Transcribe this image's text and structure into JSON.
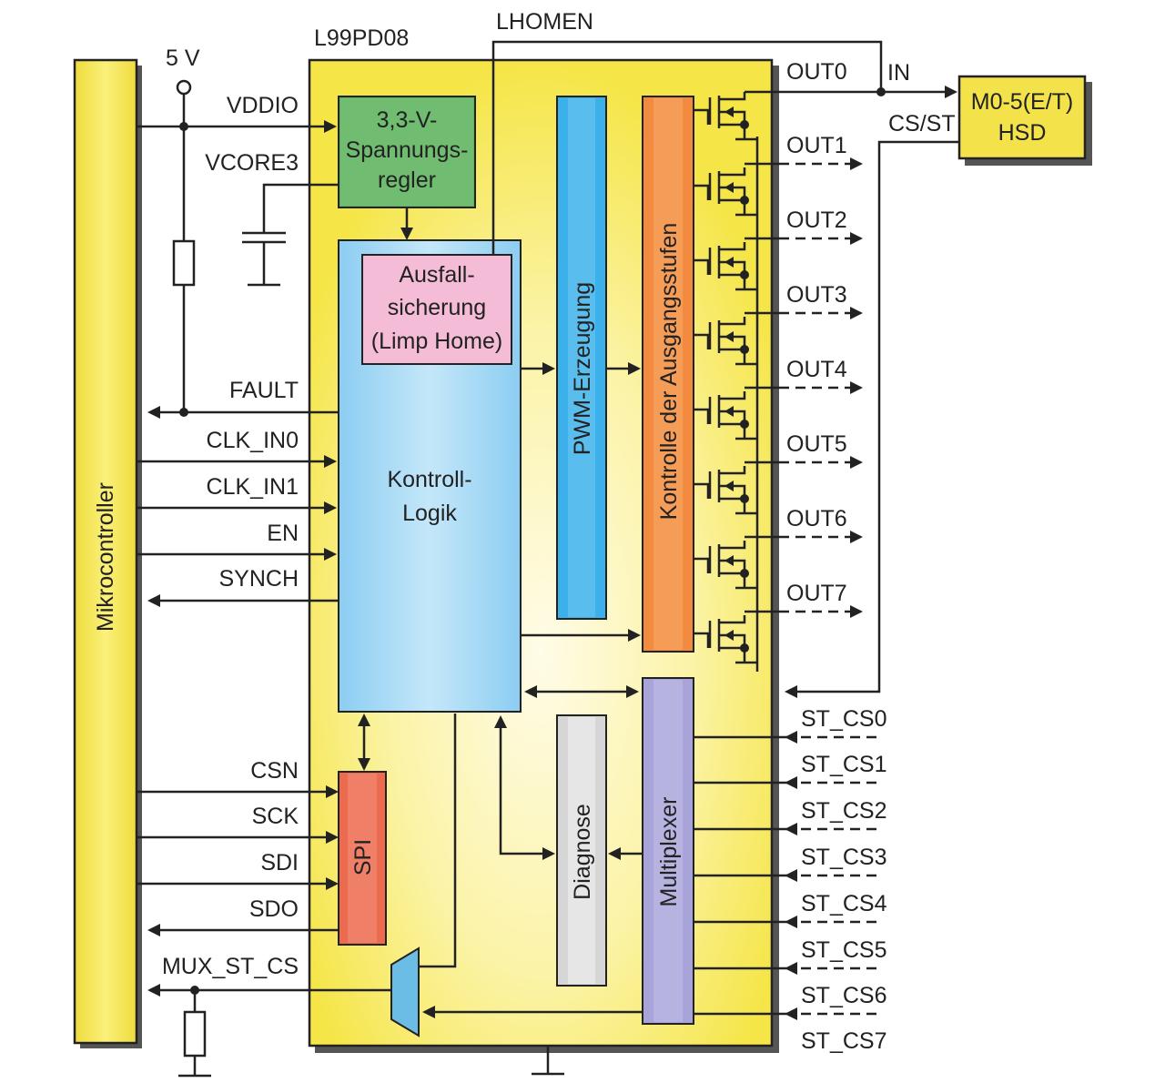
{
  "chip_name": "L99PD08",
  "lhomen_label": "LHOMEN",
  "supply_label": "5 V",
  "microcontroller_label": "Mikrocontroller",
  "pins_left": {
    "vddio": "VDDIO",
    "vcore3": "VCORE3",
    "fault": "FAULT",
    "clk_in0": "CLK_IN0",
    "clk_in1": "CLK_IN1",
    "en": "EN",
    "synch": "SYNCH",
    "csn": "CSN",
    "sck": "SCK",
    "sdi": "SDI",
    "sdo": "SDO",
    "mux_st_cs": "MUX_ST_CS"
  },
  "blocks": {
    "regulator": [
      "3,3-V-",
      "Spannungs-",
      "regler"
    ],
    "limp_home": [
      "Ausfall-",
      "sicherung",
      "(Limp Home)"
    ],
    "control_logic": [
      "Kontroll-",
      "Logik"
    ],
    "pwm": "PWM-Erzeugung",
    "output_control": "Kontrolle der Ausgangsstufen",
    "spi": "SPI",
    "diagnose": "Diagnose",
    "multiplexer": "Multiplexer",
    "hsd": [
      "M0-5(E/T)",
      "HSD"
    ]
  },
  "outputs": [
    "OUT0",
    "OUT1",
    "OUT2",
    "OUT3",
    "OUT4",
    "OUT5",
    "OUT6",
    "OUT7"
  ],
  "status_inputs": [
    "ST_CS0",
    "ST_CS1",
    "ST_CS2",
    "ST_CS3",
    "ST_CS4",
    "ST_CS5",
    "ST_CS6",
    "ST_CS7"
  ],
  "hsd_pins": {
    "in": "IN",
    "cs_st": "CS/ST"
  },
  "colors": {
    "chip_fill": "#f7e84a",
    "chip_center": "#fffce6",
    "regulator": "#5aae5a",
    "limp_home": "#f2b7d4",
    "control_logic": "#7cc4ee",
    "pwm": "#3aaee8",
    "output_control": "#f28c44",
    "spi": "#ec6a50",
    "diagnose": "#d4d4d4",
    "multiplexer": "#a8a2d8",
    "mux": "#6cbde6",
    "micro": "#f3e24a"
  }
}
